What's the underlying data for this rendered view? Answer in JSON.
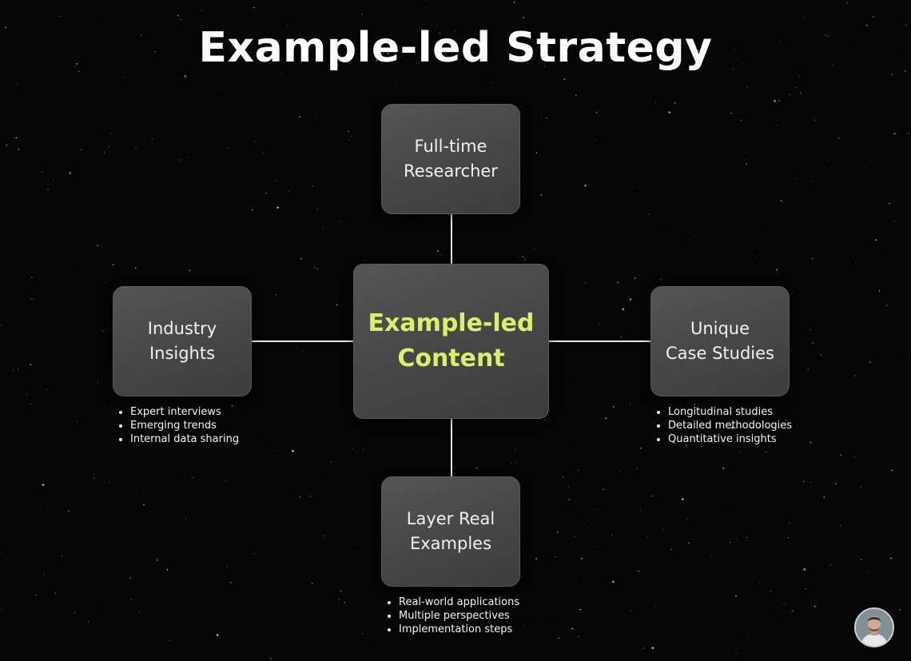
{
  "title": "Example-led Strategy",
  "colors": {
    "background": "#050505",
    "box_fill": "#4a4a4a",
    "center_text": "#d9f06b",
    "text": "#ffffff",
    "connector": "#e6e6e6"
  },
  "center": {
    "lines": [
      "Example-led",
      "Content"
    ]
  },
  "nodes": {
    "top": {
      "lines": [
        "Full-time",
        "Researcher"
      ]
    },
    "left": {
      "lines": [
        "Industry",
        "Insights"
      ],
      "bullets": [
        "Expert interviews",
        "Emerging trends",
        "Internal data sharing"
      ]
    },
    "right": {
      "lines": [
        "Unique",
        "Case Studies"
      ],
      "bullets": [
        "Longitudinal studies",
        "Detailed methodologies",
        "Quantitative insights"
      ]
    },
    "bottom": {
      "lines": [
        "Layer Real",
        "Examples"
      ],
      "bullets": [
        "Real-world applications",
        "Multiple perspectives",
        "Implementation steps"
      ]
    }
  },
  "avatar": {
    "icon": "user-avatar-icon"
  }
}
